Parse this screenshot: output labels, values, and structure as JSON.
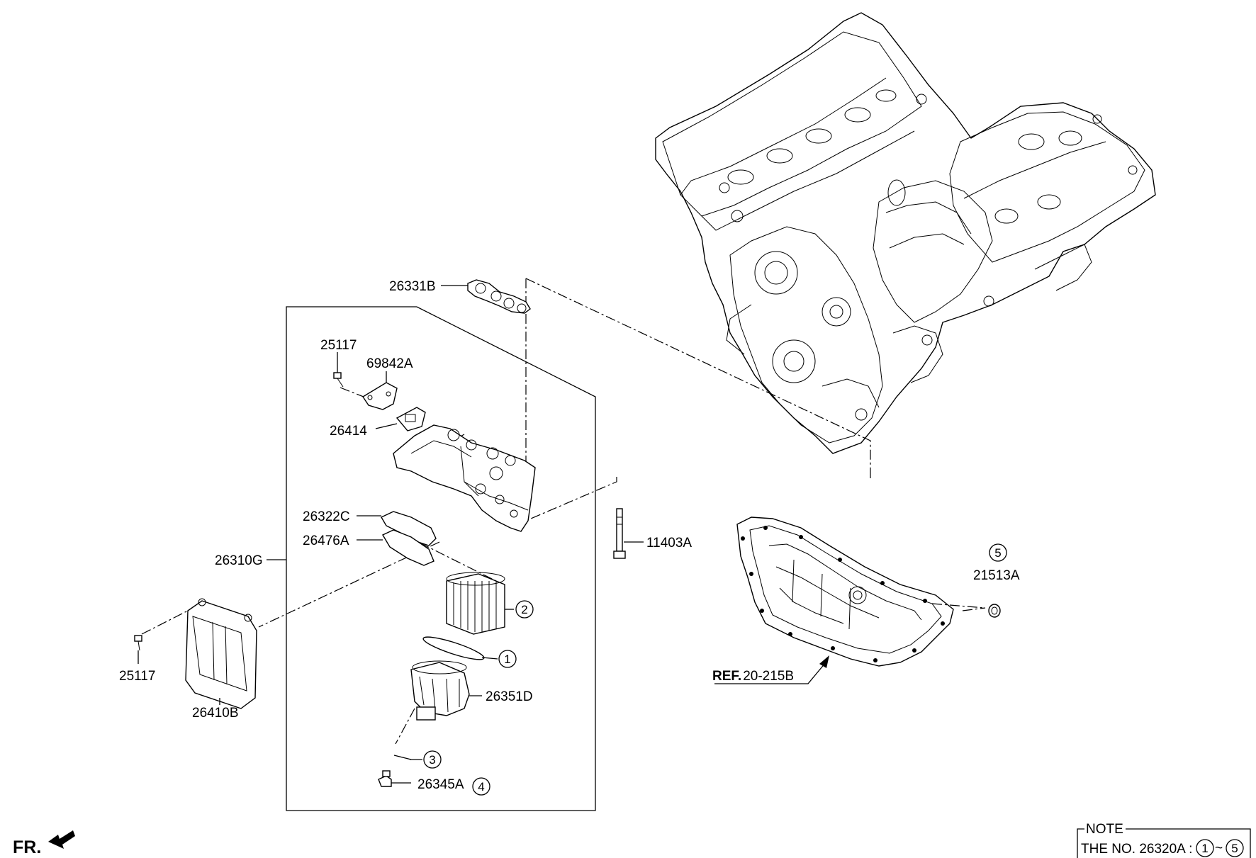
{
  "parts": {
    "gasket_26331B": "26331B",
    "bolt_25117_top": "25117",
    "plate_69842A": "69842A",
    "gasket_26414": "26414",
    "gasket_26322C": "26322C",
    "gasket_26476A": "26476A",
    "assy_26310G": "26310G",
    "bolt_11403A": "11403A",
    "bolt_25117_left": "25117",
    "cooler_26410B": "26410B",
    "cap_26351D": "26351D",
    "drain_26345A": "26345A",
    "plug_21513A": "21513A"
  },
  "callouts": {
    "c1": "1",
    "c2": "2",
    "c3": "3",
    "c4": "4",
    "c5": "5"
  },
  "reference": {
    "prefix": "REF.",
    "code": "20-215B"
  },
  "direction": {
    "label": "FR."
  },
  "note": {
    "title": "NOTE",
    "text": "THE NO. 26320A :",
    "range_start": "1",
    "range_sep": "~",
    "range_end": "5"
  }
}
